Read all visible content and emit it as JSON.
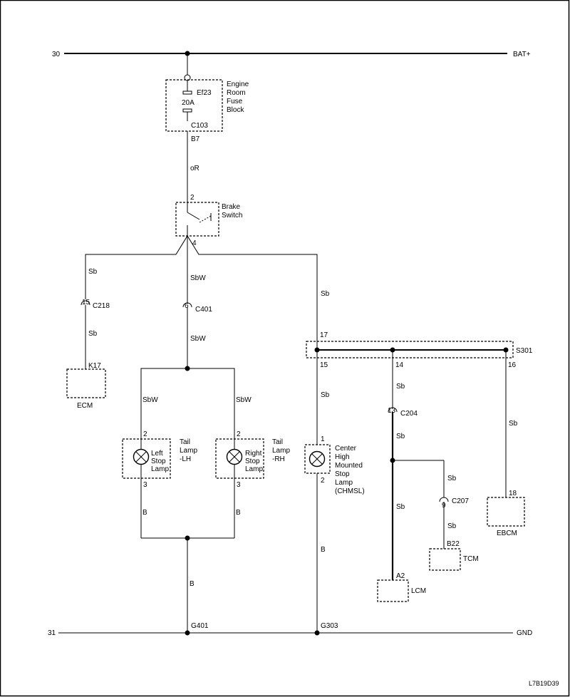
{
  "rails": {
    "top_left": "30",
    "top_right": "BAT+",
    "bottom_left": "31",
    "bottom_right": "GND"
  },
  "fuse_block": {
    "fuse_id": "Ef23",
    "rating": "20A",
    "name_lines": [
      "Engine",
      "Room",
      "Fuse",
      "Block"
    ],
    "connector": "C103",
    "pin": "B7"
  },
  "wire_colors": {
    "fuse_to_switch": "oR",
    "ecm_branch_upper": "Sb",
    "ecm_branch_lower": "Sb",
    "tail_branch_upper": "SbW",
    "tail_branch_lower": "SbW",
    "tail_left": "SbW",
    "tail_right": "SbW",
    "chmsl_feed": "Sb",
    "chmsl_below_splice": "Sb",
    "chmsl_ground": "B",
    "lamp_left_ground": "B",
    "lamp_right_ground": "B",
    "g401_ground": "B",
    "lcm_upper": "Sb",
    "lcm_lower": "Sb",
    "tcm_upper": "Sb",
    "tcm_lower": "Sb",
    "ebcm": "Sb"
  },
  "brake_switch": {
    "name_lines": [
      "Brake",
      "Switch"
    ],
    "pin_in": "2",
    "pin_out": "4"
  },
  "connectors": {
    "c218": {
      "pin": "15",
      "name": "C218"
    },
    "c401": {
      "pin": "6",
      "name": "C401"
    },
    "c204": {
      "pin": "13",
      "name": "C204"
    },
    "c207": {
      "pin": "9",
      "name": "C207"
    }
  },
  "ecm": {
    "pin": "K17",
    "name": "ECM"
  },
  "splice": {
    "name": "S301",
    "pin_top": "17",
    "pin_chmsl": "15",
    "pin_lcm": "14",
    "pin_ebcm": "16"
  },
  "lamp_left": {
    "title_lines": [
      "Tail",
      "Lamp",
      "-LH"
    ],
    "label_lines": [
      "Left",
      "Stop",
      "Lamp"
    ],
    "pin_top": "2",
    "pin_bottom": "3"
  },
  "lamp_right": {
    "title_lines": [
      "Tail",
      "Lamp",
      "-RH"
    ],
    "label_lines": [
      "Right",
      "Stop",
      "Lamp"
    ],
    "pin_top": "2",
    "pin_bottom": "3"
  },
  "chmsl": {
    "label_lines": [
      "Center",
      "High",
      "Mounted",
      "Stop",
      "Lamp",
      "(CHMSL)"
    ],
    "pin_top": "1",
    "pin_bottom": "2"
  },
  "ebcm": {
    "pin": "18",
    "name": "EBCM"
  },
  "tcm": {
    "pin": "B22",
    "name": "TCM"
  },
  "lcm": {
    "pin": "A2",
    "name": "LCM"
  },
  "grounds": {
    "left": "G401",
    "right": "G303"
  },
  "footer_code": "L7B19D39"
}
